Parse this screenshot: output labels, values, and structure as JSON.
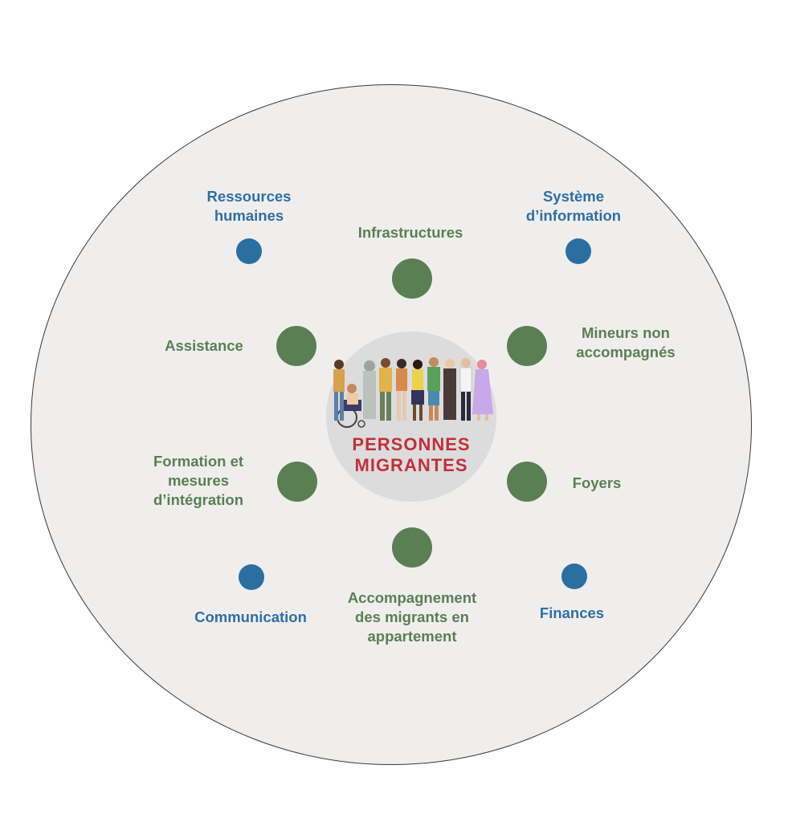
{
  "center": {
    "title_line1": "PERSONNES",
    "title_line2": "MIGRANTES"
  },
  "green_topics": [
    {
      "id": "infrastructures",
      "lines": [
        "Infrastructures"
      ]
    },
    {
      "id": "mineurs",
      "lines": [
        "Mineurs non",
        "accompagnés"
      ]
    },
    {
      "id": "foyers",
      "lines": [
        "Foyers"
      ]
    },
    {
      "id": "accompagnement",
      "lines": [
        "Accompagnement",
        "des migrants en",
        "appartement"
      ]
    },
    {
      "id": "formation",
      "lines": [
        "Formation et",
        "mesures",
        "d’intégration"
      ]
    },
    {
      "id": "assistance",
      "lines": [
        "Assistance"
      ]
    }
  ],
  "blue_topics": [
    {
      "id": "ressources",
      "lines": [
        "Ressources",
        "humaines"
      ]
    },
    {
      "id": "systeme",
      "lines": [
        "Système",
        "d’information"
      ]
    },
    {
      "id": "finances",
      "lines": [
        "Finances"
      ]
    },
    {
      "id": "communication",
      "lines": [
        "Communication"
      ]
    }
  ],
  "colors": {
    "green": "#5a7f52",
    "blue": "#2d6fa3",
    "center_title": "#c0303a",
    "background_circle": "#efeeed",
    "center_disc": "#dcdcdc"
  }
}
